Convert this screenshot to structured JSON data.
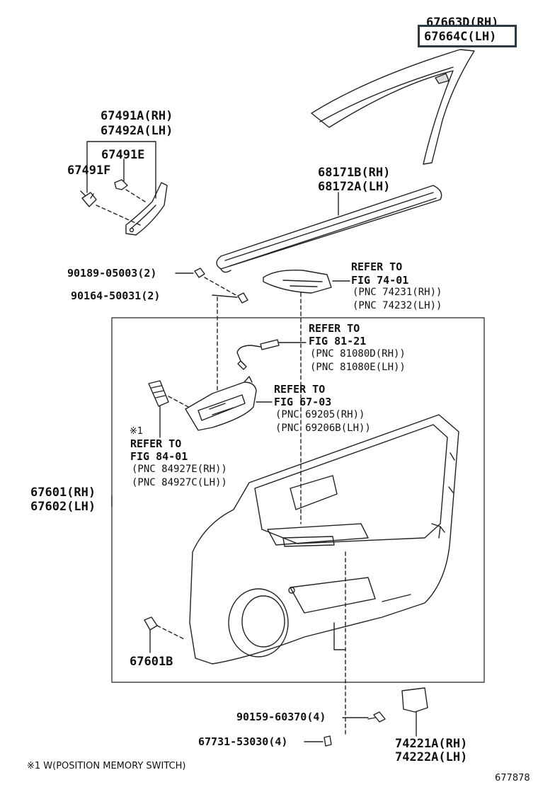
{
  "figure_id": "677878",
  "footnote": "※1 W(POSITION MEMORY SWITCH)",
  "parts": {
    "mirror_trim_rh": "67663D(RH)",
    "mirror_trim_lh": "67664C(LH)",
    "top_trim_rh": "67491A(RH)",
    "top_trim_lh": "67492A(LH)",
    "clip_e": "67491E",
    "clip_f": "67491F",
    "weatherstrip_rh": "68171B(RH)",
    "weatherstrip_lh": "68172A(LH)",
    "screw_a": "90189-05003(2)",
    "screw_b": "90164-50031(2)",
    "panel_rh": "67601(RH)",
    "panel_lh": "67602(LH)",
    "panel_clip": "67601B",
    "screw_c": "90159-60370(4)",
    "clip_bottom": "67731-53030(4)",
    "reflector_rh": "74221A(RH)",
    "reflector_lh": "74222A(LH)"
  },
  "refs": {
    "r1": {
      "l1": "REFER TO",
      "l2": "FIG 74-01",
      "p1": "(PNC 74231(RH))",
      "p2": "(PNC 74232(LH))"
    },
    "r2": {
      "l1": "REFER TO",
      "l2": "FIG 81-21",
      "p1": "(PNC 81080D(RH))",
      "p2": "(PNC 81080E(LH))"
    },
    "r3": {
      "l1": "REFER TO",
      "l2": "FIG 67-03",
      "p1": "(PNC 69205(RH))",
      "p2": "(PNC 69206B(LH))"
    },
    "r4": {
      "mark": "※1",
      "l1": "REFER TO",
      "l2": "FIG 84-01",
      "p1": "(PNC 84927E(RH))",
      "p2": "(PNC 84927C(LH))"
    }
  }
}
